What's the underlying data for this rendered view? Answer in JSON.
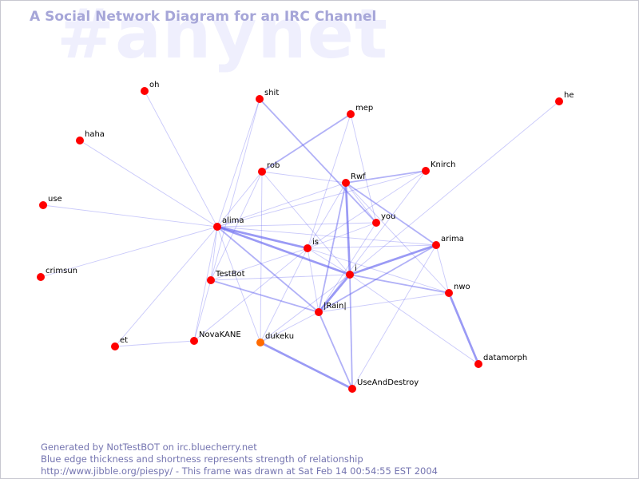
{
  "watermark": "#anynet",
  "title": "A Social Network Diagram for an IRC Channel",
  "colors": {
    "node": "#ff0000",
    "node_highlight": "#ff6a00",
    "edge": "#6464f0",
    "text_accent": "#7474b0",
    "title": "#a6a6d8",
    "watermark": "#efeffd"
  },
  "nodes": [
    {
      "id": "oh",
      "label": "oh"
    },
    {
      "id": "shit",
      "label": "shit"
    },
    {
      "id": "mep",
      "label": "mep"
    },
    {
      "id": "he",
      "label": "he"
    },
    {
      "id": "haha",
      "label": "haha"
    },
    {
      "id": "rob",
      "label": "rob"
    },
    {
      "id": "Knirch",
      "label": "Knirch"
    },
    {
      "id": "Rwf",
      "label": "Rwf"
    },
    {
      "id": "use",
      "label": "use"
    },
    {
      "id": "you",
      "label": "you"
    },
    {
      "id": "alima",
      "label": "alima"
    },
    {
      "id": "arima",
      "label": "arima"
    },
    {
      "id": "is",
      "label": "is"
    },
    {
      "id": "crimsun",
      "label": "crimsun"
    },
    {
      "id": "TestBot",
      "label": "TestBot"
    },
    {
      "id": "i",
      "label": "i"
    },
    {
      "id": "nwo",
      "label": "nwo"
    },
    {
      "id": "jRainj",
      "label": "|Rain|"
    },
    {
      "id": "NovaKANE",
      "label": "NovaKANE"
    },
    {
      "id": "et",
      "label": "et"
    },
    {
      "id": "dukeku",
      "label": "dukeku",
      "highlight": true
    },
    {
      "id": "datamorph",
      "label": "datamorph"
    },
    {
      "id": "UseAndDestroy",
      "label": "UseAndDestroy"
    }
  ],
  "edges": [
    {
      "from": "oh",
      "to": "alima",
      "strength": 1
    },
    {
      "from": "haha",
      "to": "alima",
      "strength": 1
    },
    {
      "from": "use",
      "to": "alima",
      "strength": 1
    },
    {
      "from": "crimsun",
      "to": "alima",
      "strength": 1
    },
    {
      "from": "shit",
      "to": "alima",
      "strength": 1
    },
    {
      "from": "shit",
      "to": "TestBot",
      "strength": 1
    },
    {
      "from": "shit",
      "to": "you",
      "strength": 2
    },
    {
      "from": "mep",
      "to": "rob",
      "strength": 2
    },
    {
      "from": "mep",
      "to": "is",
      "strength": 1
    },
    {
      "from": "mep",
      "to": "you",
      "strength": 1
    },
    {
      "from": "he",
      "to": "i",
      "strength": 1
    },
    {
      "from": "rob",
      "to": "alima",
      "strength": 1
    },
    {
      "from": "rob",
      "to": "TestBot",
      "strength": 1
    },
    {
      "from": "rob",
      "to": "dukeku",
      "strength": 1
    },
    {
      "from": "rob",
      "to": "i",
      "strength": 1
    },
    {
      "from": "rob",
      "to": "Rwf",
      "strength": 1
    },
    {
      "from": "Rwf",
      "to": "alima",
      "strength": 1
    },
    {
      "from": "Rwf",
      "to": "Knirch",
      "strength": 2
    },
    {
      "from": "Rwf",
      "to": "i",
      "strength": 3
    },
    {
      "from": "Rwf",
      "to": "arima",
      "strength": 2
    },
    {
      "from": "Rwf",
      "to": "nwo",
      "strength": 1
    },
    {
      "from": "Rwf",
      "to": "jRainj",
      "strength": 2
    },
    {
      "from": "Rwf",
      "to": "is",
      "strength": 1
    },
    {
      "from": "Rwf",
      "to": "you",
      "strength": 1
    },
    {
      "from": "Knirch",
      "to": "alima",
      "strength": 1
    },
    {
      "from": "Knirch",
      "to": "is",
      "strength": 1
    },
    {
      "from": "Knirch",
      "to": "jRainj",
      "strength": 1
    },
    {
      "from": "you",
      "to": "alima",
      "strength": 1
    },
    {
      "from": "you",
      "to": "is",
      "strength": 1
    },
    {
      "from": "you",
      "to": "jRainj",
      "strength": 1
    },
    {
      "from": "alima",
      "to": "is",
      "strength": 3
    },
    {
      "from": "alima",
      "to": "i",
      "strength": 3
    },
    {
      "from": "alima",
      "to": "jRainj",
      "strength": 2
    },
    {
      "from": "alima",
      "to": "TestBot",
      "strength": 1
    },
    {
      "from": "alima",
      "to": "NovaKANE",
      "strength": 1
    },
    {
      "from": "alima",
      "to": "dukeku",
      "strength": 1
    },
    {
      "from": "alima",
      "to": "arima",
      "strength": 1
    },
    {
      "from": "alima",
      "to": "et",
      "strength": 1
    },
    {
      "from": "is",
      "to": "arima",
      "strength": 1
    },
    {
      "from": "is",
      "to": "i",
      "strength": 1
    },
    {
      "from": "is",
      "to": "TestBot",
      "strength": 1
    },
    {
      "from": "is",
      "to": "NovaKANE",
      "strength": 1
    },
    {
      "from": "is",
      "to": "dukeku",
      "strength": 1
    },
    {
      "from": "is",
      "to": "jRainj",
      "strength": 1
    },
    {
      "from": "is",
      "to": "nwo",
      "strength": 1
    },
    {
      "from": "arima",
      "to": "i",
      "strength": 3
    },
    {
      "from": "arima",
      "to": "jRainj",
      "strength": 2
    },
    {
      "from": "arima",
      "to": "nwo",
      "strength": 1
    },
    {
      "from": "arima",
      "to": "UseAndDestroy",
      "strength": 1
    },
    {
      "from": "i",
      "to": "jRainj",
      "strength": 3
    },
    {
      "from": "i",
      "to": "nwo",
      "strength": 2
    },
    {
      "from": "i",
      "to": "TestBot",
      "strength": 1
    },
    {
      "from": "i",
      "to": "UseAndDestroy",
      "strength": 2
    },
    {
      "from": "i",
      "to": "dukeku",
      "strength": 1
    },
    {
      "from": "i",
      "to": "datamorph",
      "strength": 1
    },
    {
      "from": "TestBot",
      "to": "jRainj",
      "strength": 2
    },
    {
      "from": "TestBot",
      "to": "NovaKANE",
      "strength": 1
    },
    {
      "from": "jRainj",
      "to": "UseAndDestroy",
      "strength": 2
    },
    {
      "from": "jRainj",
      "to": "nwo",
      "strength": 1
    },
    {
      "from": "jRainj",
      "to": "dukeku",
      "strength": 1
    },
    {
      "from": "nwo",
      "to": "datamorph",
      "strength": 3
    },
    {
      "from": "dukeku",
      "to": "UseAndDestroy",
      "strength": 3
    },
    {
      "from": "NovaKANE",
      "to": "et",
      "strength": 1
    }
  ],
  "footer": {
    "generated": "Generated by NotTestBOT on irc.bluecherry.net",
    "legend": "Blue edge thickness and shortness represents strength of relationship",
    "frame": "http://www.jibble.org/piespy/ - This frame was drawn at Sat Feb 14 00:54:55 EST 2004"
  }
}
